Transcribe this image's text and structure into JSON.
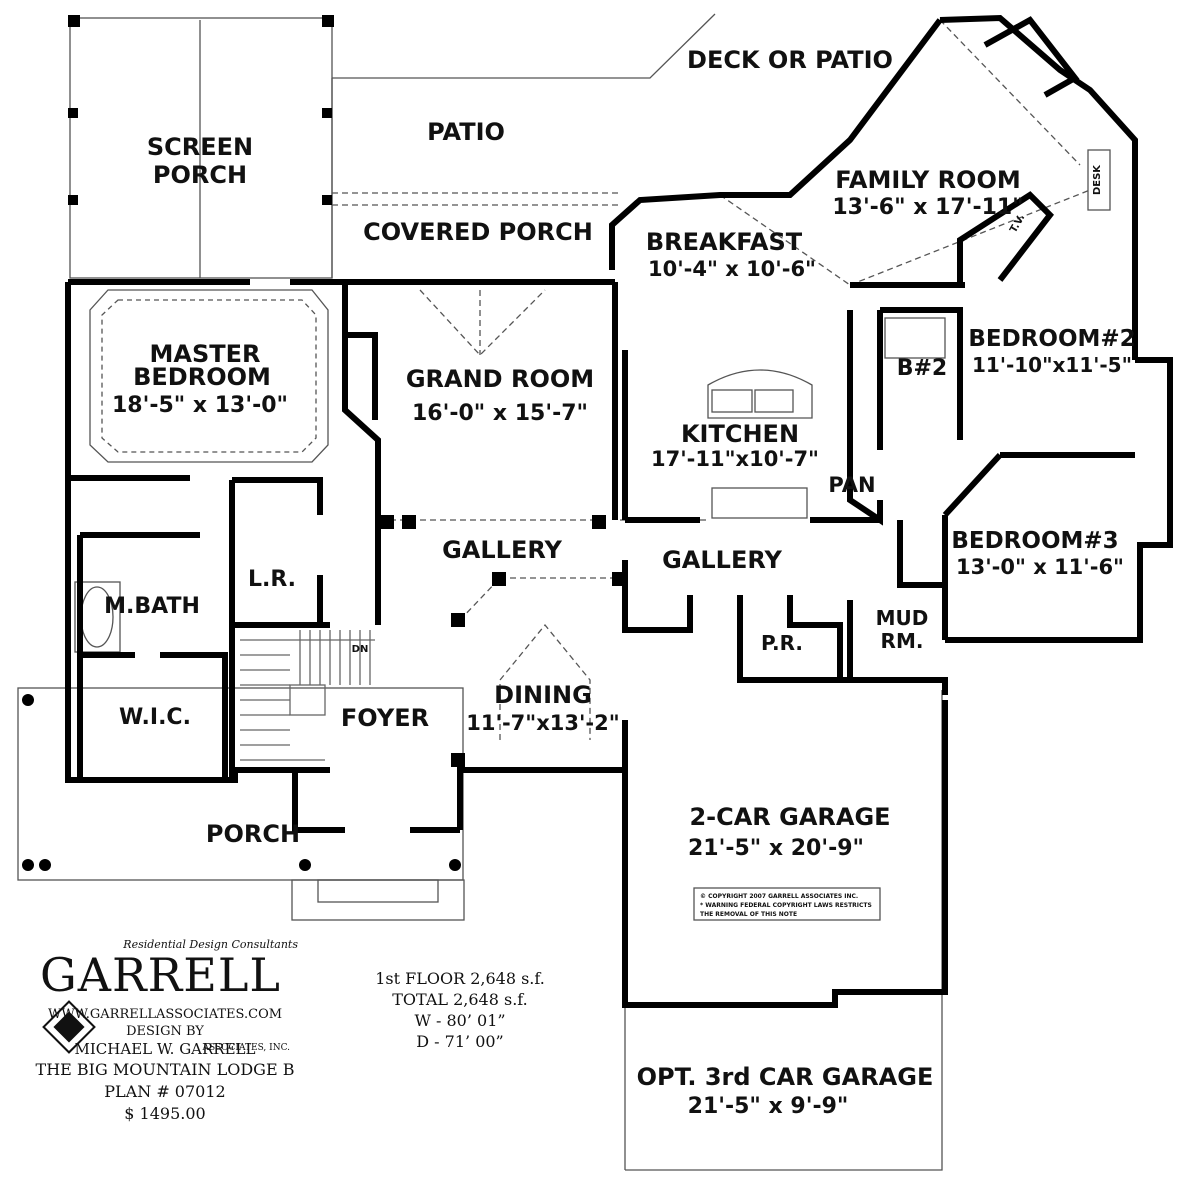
{
  "rooms": {
    "deck_or_patio": "DECK OR PATIO",
    "screen_porch_1": "SCREEN",
    "screen_porch_2": "PORCH",
    "patio": "PATIO",
    "covered_porch": "COVERED PORCH",
    "family_room_name": "FAMILY ROOM",
    "family_room_size": "13'-6\" x 17'-11\"",
    "breakfast_name": "BREAKFAST",
    "breakfast_size": "10'-4\" x 10'-6\"",
    "master_bedroom_1": "MASTER",
    "master_bedroom_2": "BEDROOM",
    "master_bedroom_size": "18'-5\" x 13'-0\"",
    "grand_room_name": "GRAND ROOM",
    "grand_room_size": "16'-0\" x 15'-7\"",
    "kitchen_name": "KITCHEN",
    "kitchen_size": "17'-11\"x10'-7\"",
    "bedroom2_name": "BEDROOM#2",
    "bedroom2_size": "11'-10\"x11'-5\"",
    "bath2": "B#2",
    "pantry": "PAN",
    "gallery_left": "GALLERY",
    "gallery_right": "GALLERY",
    "bedroom3_name": "BEDROOM#3",
    "bedroom3_size": "13'-0\" x 11'-6\"",
    "laundry": "L.R.",
    "master_bath": "M.BATH",
    "powder_room": "P.R.",
    "mud_room_1": "MUD",
    "mud_room_2": "RM.",
    "wic": "W.I.C.",
    "foyer": "FOYER",
    "dining_name": "DINING",
    "dining_size": "11'-7\"x13'-2\"",
    "porch": "PORCH",
    "garage_name": "2-CAR GARAGE",
    "garage_size": "21'-5\" x 20'-9\"",
    "opt_garage_name": "OPT. 3rd CAR GARAGE",
    "opt_garage_size": "21'-5\" x 9'-9\"",
    "desk": "DESK",
    "tv": "T.V.",
    "stair_dn": "DN"
  },
  "copyright_note": [
    "© COPYRIGHT 2007 GARRELL ASSOCIATES INC.",
    "* WARNING FEDERAL COPYRIGHT LAWS RESTRICTS",
    "THE REMOVAL OF THIS NOTE"
  ],
  "brand": {
    "tagline": "Residential Design Consultants",
    "logo": "GARRELL",
    "assoc": "ASSOCIATES, INC.",
    "website": "WWW.GARRELLASSOCIATES.COM",
    "design_by": "DESIGN BY",
    "designer": "MICHAEL W. GARRELL",
    "plan_name": "THE BIG MOUNTAIN LODGE B",
    "plan_number": "PLAN # 07012",
    "price": "$ 1495.00"
  },
  "stats": {
    "first_floor": "1st FLOOR  2,648 s.f.",
    "total": "TOTAL  2,648 s.f.",
    "width": "W - 80’ 01”",
    "depth": "D - 71’ 00”"
  }
}
